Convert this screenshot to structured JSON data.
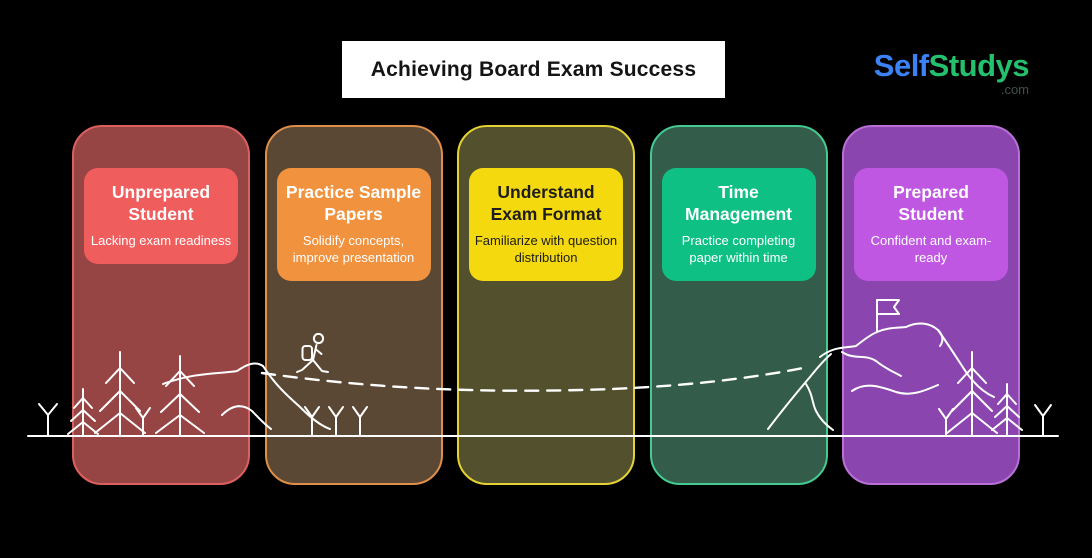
{
  "page": {
    "background": "#000000"
  },
  "header": {
    "title": "Achieving Board Exam Success",
    "logo": {
      "text_primary": "Self",
      "text_secondary": "Studys",
      "suffix": ".com",
      "primary_color": "#3b82f6",
      "secondary_color": "#25c06d",
      "suffix_color": "#41514a"
    }
  },
  "steps": [
    {
      "title": "Unprepared Student",
      "subtitle": "Lacking exam readiness",
      "colors": {
        "panel_bg": "#964444",
        "border": "#dd6060",
        "card_bg": "#f05d5d",
        "text": "#ffffff"
      }
    },
    {
      "title": "Practice Sample Papers",
      "subtitle": "Solidify concepts, improve presentation",
      "colors": {
        "panel_bg": "#5b4834",
        "border": "#de8f49",
        "card_bg": "#f0923e",
        "text": "#ffffff"
      }
    },
    {
      "title": "Understand Exam Format",
      "subtitle": "Familiarize with question distribution",
      "colors": {
        "panel_bg": "#53512d",
        "border": "#e5d234",
        "card_bg": "#f5d90f",
        "text": "#1d1d1d"
      }
    },
    {
      "title": "Time Management",
      "subtitle": "Practice completing paper within time",
      "colors": {
        "panel_bg": "#335c4a",
        "border": "#45cb92",
        "card_bg": "#0fc084",
        "text": "#ffffff"
      }
    },
    {
      "title": "Prepared Student",
      "subtitle": "Confident and exam-ready",
      "colors": {
        "panel_bg": "#8a45ae",
        "border": "#ba70d7",
        "card_bg": "#c057e2",
        "text": "#ffffff"
      }
    }
  ],
  "illustration": {
    "stroke_color": "#ffffff",
    "elements": [
      "ground-line",
      "trees",
      "sprouts",
      "hiker",
      "dashed-trail",
      "mountains",
      "summit-flag"
    ]
  }
}
